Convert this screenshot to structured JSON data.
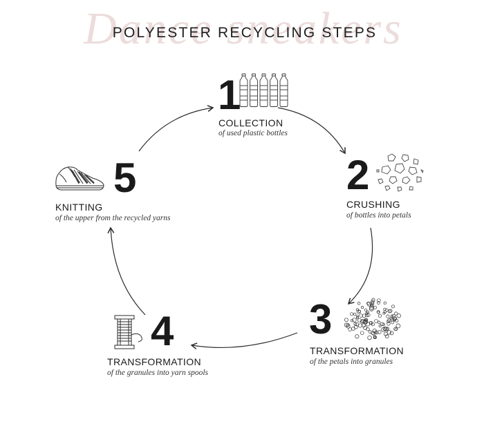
{
  "header": {
    "script_text": "Dance sneakers",
    "title": "POLYESTER RECYCLING STEPS"
  },
  "colors": {
    "script": "#ecdcdc",
    "ink": "#1a1a1a",
    "arrow": "#2a2a2a"
  },
  "steps": [
    {
      "number": "1",
      "label": "COLLECTION",
      "description": "of used plastic bottles",
      "icon": "plastic-bottles-icon"
    },
    {
      "number": "2",
      "label": "CRUSHING",
      "description": "of bottles into petals",
      "icon": "petals-icon"
    },
    {
      "number": "3",
      "label": "TRANSFORMATION",
      "description": "of the petals into granules",
      "icon": "granules-icon"
    },
    {
      "number": "4",
      "label": "TRANSFORMATION",
      "description": "of the granules into yarn spools",
      "icon": "yarn-spool-icon"
    },
    {
      "number": "5",
      "label": "KNITTING",
      "description": "of the upper from the recycled yarns",
      "icon": "sneaker-icon"
    }
  ]
}
